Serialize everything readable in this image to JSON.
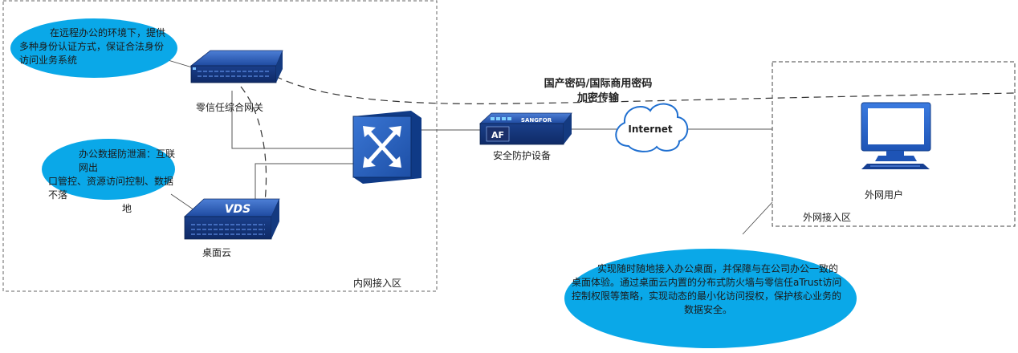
{
  "zones": {
    "internal": "内网接入区",
    "external": "外网接入区"
  },
  "devices": {
    "gateway": {
      "label": "零信任综合网关"
    },
    "desktop_cloud": {
      "label": "桌面云",
      "badge": "VDS"
    },
    "security_device": {
      "label": "安全防护设备",
      "badge": "AF",
      "brand": "SANGFOR"
    },
    "internet": {
      "label": "Internet"
    },
    "external_user": {
      "label": "外网用户"
    }
  },
  "encryption": {
    "line1": "国产密码/国际商用密码",
    "line2": "加密传输"
  },
  "callouts": {
    "gateway_note": [
      "在远程办公的环境下，提供",
      "多种身份认证方式，保证合法身份",
      "访问业务系统"
    ],
    "leak_note": [
      "办公数据防泄漏：互联网出",
      "口管控、资源访问控制、数据不落",
      "地"
    ],
    "desktop_note": [
      "实现随时随地接入办公桌面，并保障与在公司办公一致的",
      "桌面体验。通过桌面云内置的分布式防火墙与零信任aTrust访问",
      "控制权限等策略，实现动态的最小化访问授权，保护核心业务的",
      "数据安全。"
    ]
  },
  "colors": {
    "callout_fill": "#0aa8e8",
    "device_blue": "#1f4fa8",
    "switch_blue": "#2b63c0"
  }
}
